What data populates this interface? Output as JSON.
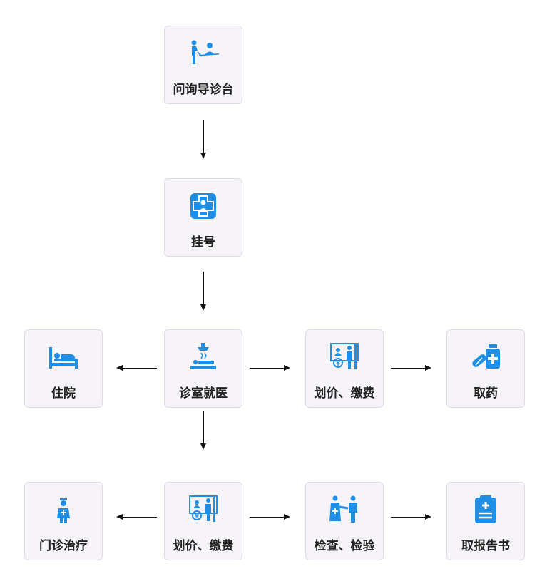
{
  "colors": {
    "icon": "#1e8ee6",
    "card_bg": "#f6f4f8",
    "card_border": "#dfdbe6",
    "arrow": "#111111"
  },
  "nodes": {
    "inquiry": {
      "label": "问询导诊台",
      "icon": "reception-desk-icon"
    },
    "register": {
      "label": "挂号",
      "icon": "doctor-badge-icon"
    },
    "consult": {
      "label": "诊室就医",
      "icon": "examination-bed-icon"
    },
    "pay1": {
      "label": "划价、缴费",
      "icon": "payment-counter-icon"
    },
    "medicine": {
      "label": "取药",
      "icon": "pills-bottle-icon"
    },
    "hospital": {
      "label": "住院",
      "icon": "hospital-bed-icon"
    },
    "outpatient": {
      "label": "门诊治疗",
      "icon": "nurse-icon"
    },
    "pay2": {
      "label": "划价、缴费",
      "icon": "payment-counter-icon"
    },
    "exam": {
      "label": "检查、检验",
      "icon": "medical-check-icon"
    },
    "report": {
      "label": "取报告书",
      "icon": "clipboard-report-icon"
    }
  }
}
